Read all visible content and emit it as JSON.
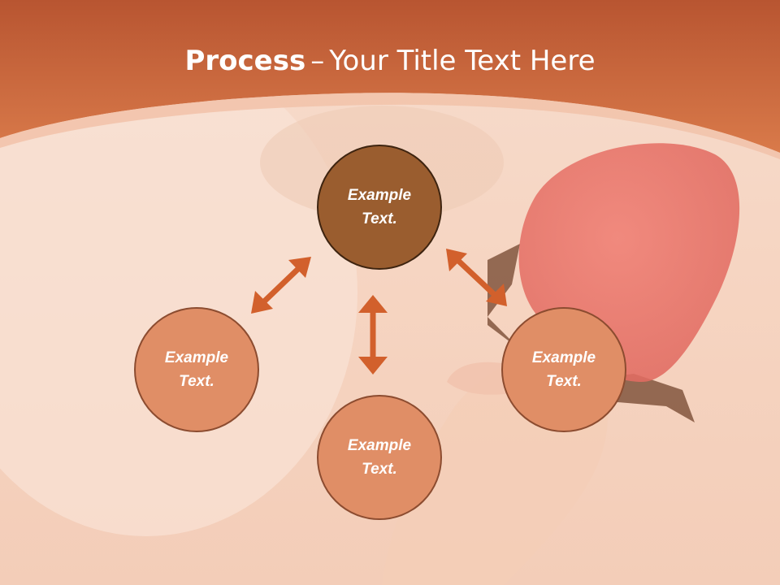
{
  "title": {
    "bold": "Process",
    "separator": "–",
    "rest": "Your Title Text Here"
  },
  "nodes": {
    "top": "Example\nText.",
    "left": "Example\nText.",
    "bottom": "Example\nText.",
    "right": "Example\nText."
  },
  "colors": {
    "header": "#d2683a",
    "center_node": "#9a5d2f",
    "side_node": "#e08e66",
    "arrow": "#d2602c"
  }
}
